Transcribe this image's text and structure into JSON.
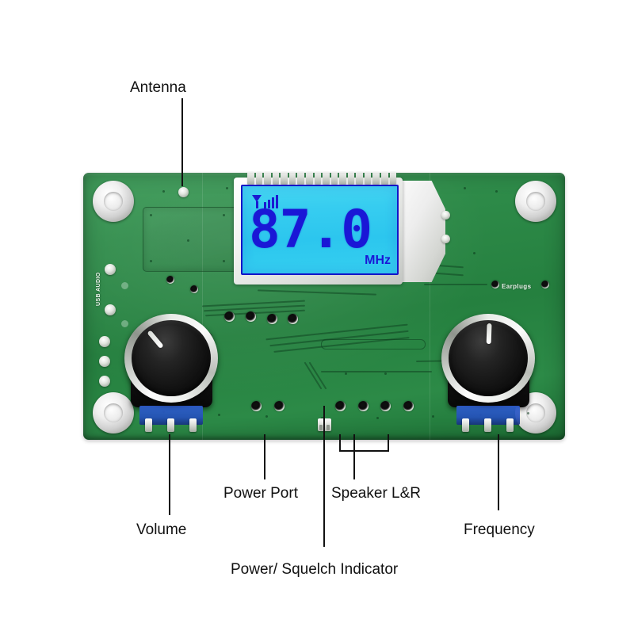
{
  "image": {
    "subject": "DSP PLL digital stereo FM radio receiver module board",
    "background_color": "#ffffff"
  },
  "board": {
    "color": "#2e8b49",
    "silkscreen": [
      {
        "text": "USB AUDIO",
        "orientation": "vertical"
      },
      {
        "text": "Earplugs",
        "orientation": "horizontal"
      }
    ]
  },
  "lcd": {
    "frequency": "87.0",
    "unit": "MHz",
    "signal_icon": "signal-bars-icon",
    "signal_bars": 4,
    "backlight_color": "#2cc6ee",
    "segment_color": "#1a17d6"
  },
  "knobs": [
    {
      "name": "volume",
      "label": "Volume",
      "pointer_angle_deg": 140
    },
    {
      "name": "frequency",
      "label": "Frequency",
      "pointer_angle_deg": 182
    }
  ],
  "callouts": [
    {
      "id": "antenna",
      "label": "Antenna"
    },
    {
      "id": "volume",
      "label": "Volume"
    },
    {
      "id": "power-port",
      "label": "Power Port"
    },
    {
      "id": "speaker-lr",
      "label": "Speaker L&R"
    },
    {
      "id": "power-squelch-indicator",
      "label": "Power/ Squelch Indicator"
    },
    {
      "id": "frequency",
      "label": "Frequency"
    }
  ]
}
